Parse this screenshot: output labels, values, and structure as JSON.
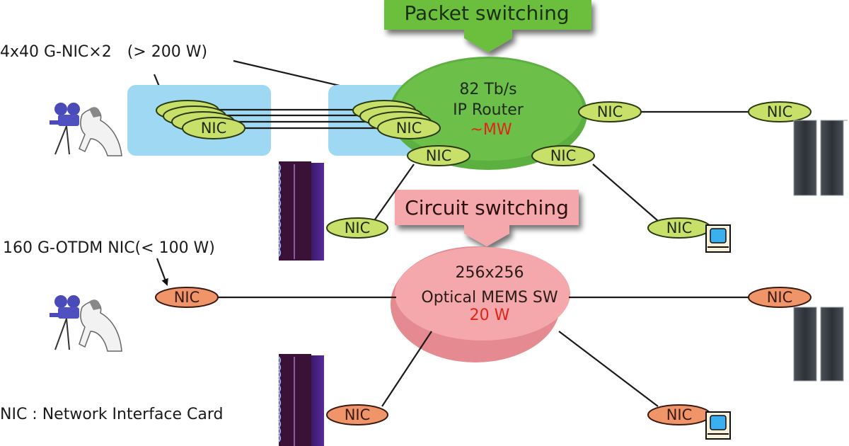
{
  "annotations": {
    "gnic_label": "4x40 G-NIC×2　(> 200 W)",
    "otdm_label": "160 G-OTDM NIC(< 100 W)",
    "legend": "NIC : Network Interface Card"
  },
  "packet": {
    "banner": "Packet switching",
    "router_line1": "82 Tb/s",
    "router_line2": "IP Router",
    "router_power": "~MW",
    "nic_label": "NIC"
  },
  "circuit": {
    "banner": "Circuit switching",
    "switch_line1": "256x256",
    "switch_line2": "Optical MEMS SW",
    "switch_power": "20 W",
    "nic_label": "NIC"
  },
  "colors": {
    "packet_green": "#6cbf3c",
    "nic_green": "#c8e06a",
    "circuit_pink": "#f2a0a4",
    "nic_orange": "#f0956a",
    "highlight_blue": "#9ed8f2",
    "power_red": "#e02418"
  }
}
